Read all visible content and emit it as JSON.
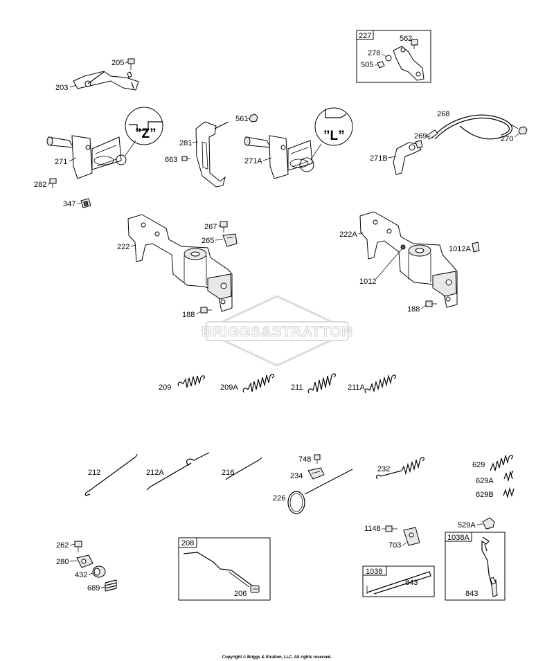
{
  "watermark": {
    "brand": "BRIGGS&STRATTON"
  },
  "copyright": "Copyright © Briggs & Stratton, LLC. All rights reserved.",
  "callouts": {
    "z": "”Z”",
    "l": "”L”"
  },
  "boxes": {
    "b227": "227",
    "b208": "208",
    "b1038": "1038",
    "b1038a": "1038A"
  },
  "labels": {
    "p205": "205",
    "p203": "203",
    "p562": "562",
    "p278": "278",
    "p505": "505",
    "p268": "268",
    "p269": "269",
    "p270": "270",
    "p271b": "271B",
    "p561": "561",
    "p281": "281",
    "p663": "663",
    "p271a": "271A",
    "p271": "271",
    "p282": "282",
    "p347": "347",
    "p267": "267",
    "p265": "265",
    "p222": "222",
    "p188a": "188",
    "p222a": "222A",
    "p1012a": "1012A",
    "p1012": "1012",
    "p188b": "188",
    "p209": "209",
    "p209a": "209A",
    "p211": "211",
    "p211a": "211A",
    "p212": "212",
    "p212a": "212A",
    "p216": "216",
    "p748": "748",
    "p234": "234",
    "p226": "226",
    "p232": "232",
    "p629": "629",
    "p629a": "629A",
    "p629b": "629B",
    "p262": "262",
    "p280": "280",
    "p432": "432",
    "p689": "689",
    "p206": "206",
    "p1148": "1148",
    "p703": "703",
    "p843a": "843",
    "p529a": "529A",
    "p843b": "843"
  }
}
